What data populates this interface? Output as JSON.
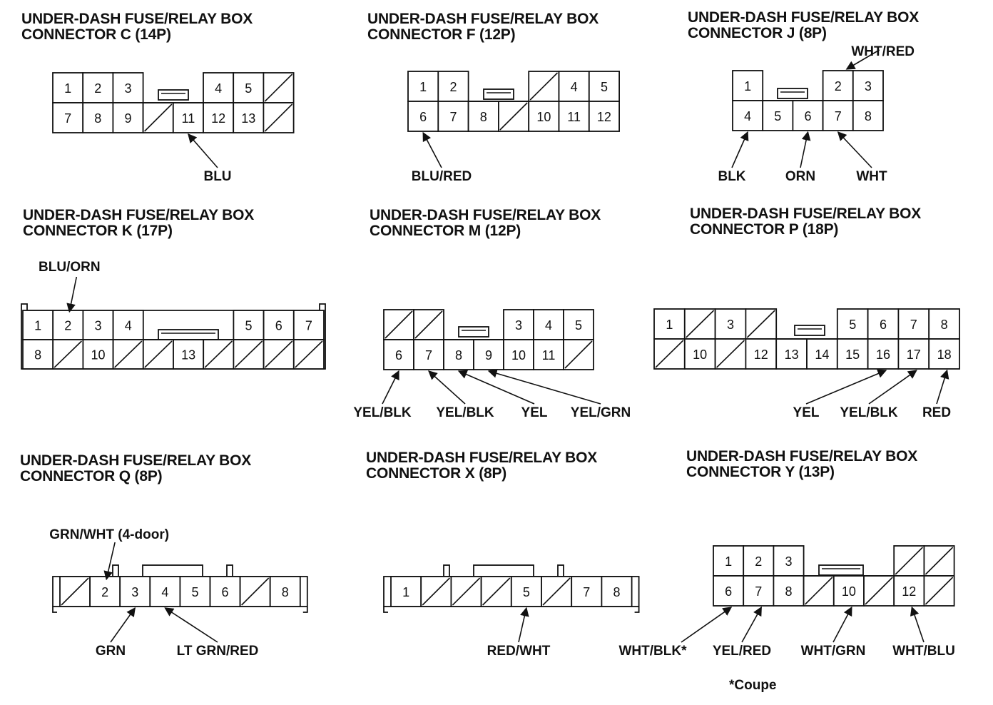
{
  "connectors": [
    {
      "id": "C",
      "title_line1": "UNDER-DASH FUSE/RELAY BOX",
      "title_line2": "CONNECTOR C (14P)",
      "rows": [
        [
          "1",
          "2",
          "3",
          "",
          "",
          "4",
          "5",
          "/"
        ],
        [
          "7",
          "8",
          "9",
          "/",
          "11",
          "12",
          "13",
          "/"
        ]
      ],
      "wires": [
        {
          "cavity": "11",
          "label": "BLU"
        }
      ]
    },
    {
      "id": "F",
      "title_line1": "UNDER-DASH FUSE/RELAY BOX",
      "title_line2": "CONNECTOR F (12P)",
      "rows": [
        [
          "1",
          "2",
          "",
          "",
          "/",
          "4",
          "5"
        ],
        [
          "6",
          "7",
          "8",
          "/",
          "10",
          "11",
          "12"
        ]
      ],
      "wires": [
        {
          "cavity": "6",
          "label": "BLU/RED"
        }
      ]
    },
    {
      "id": "J",
      "title_line1": "UNDER-DASH FUSE/RELAY BOX",
      "title_line2": "CONNECTOR J (8P)",
      "rows": [
        [
          "1",
          "",
          "",
          "2",
          "3"
        ],
        [
          "4",
          "5",
          "6",
          "7",
          "8"
        ]
      ],
      "wires": [
        {
          "cavity": "2",
          "label": "WHT/RED"
        },
        {
          "cavity": "4",
          "label": "BLK"
        },
        {
          "cavity": "6",
          "label": "ORN"
        },
        {
          "cavity": "7",
          "label": "WHT"
        }
      ]
    },
    {
      "id": "K",
      "title_line1": "UNDER-DASH FUSE/RELAY BOX",
      "title_line2": "CONNECTOR K (17P)",
      "rows": [
        [
          "1",
          "2",
          "3",
          "4",
          "",
          "",
          "",
          "5",
          "6",
          "7"
        ],
        [
          "8",
          "/",
          "10",
          "/",
          "/",
          "13",
          "/",
          "/",
          "/",
          "/"
        ]
      ],
      "wires": [
        {
          "cavity": "2",
          "label": "BLU/ORN"
        }
      ]
    },
    {
      "id": "M",
      "title_line1": "UNDER-DASH FUSE/RELAY BOX",
      "title_line2": "CONNECTOR M (12P)",
      "rows": [
        [
          "/",
          "/",
          "",
          "",
          "3",
          "4",
          "5"
        ],
        [
          "6",
          "7",
          "8",
          "9",
          "10",
          "11",
          "/"
        ]
      ],
      "wires": [
        {
          "cavity": "6",
          "label": "YEL/BLK"
        },
        {
          "cavity": "7",
          "label": "YEL/BLK"
        },
        {
          "cavity": "8",
          "label": "YEL"
        },
        {
          "cavity": "9",
          "label": "YEL/GRN"
        }
      ]
    },
    {
      "id": "P",
      "title_line1": "UNDER-DASH FUSE/RELAY BOX",
      "title_line2": "CONNECTOR P (18P)",
      "rows": [
        [
          "1",
          "/",
          "3",
          "/",
          "",
          "",
          "5",
          "6",
          "7",
          "8"
        ],
        [
          "/",
          "10",
          "/",
          "12",
          "13",
          "14",
          "15",
          "16",
          "17",
          "18"
        ]
      ],
      "wires": [
        {
          "cavity": "16",
          "label": "YEL"
        },
        {
          "cavity": "17",
          "label": "YEL/BLK"
        },
        {
          "cavity": "18",
          "label": "RED"
        }
      ]
    },
    {
      "id": "Q",
      "title_line1": "UNDER-DASH FUSE/RELAY BOX",
      "title_line2": "CONNECTOR Q (8P)",
      "rows": [
        [
          "/",
          "2",
          "3",
          "4",
          "5",
          "6",
          "/",
          "8"
        ]
      ],
      "wires": [
        {
          "cavity": "2",
          "label": "GRN/WHT (4-door)"
        },
        {
          "cavity": "3",
          "label": "GRN"
        },
        {
          "cavity": "4",
          "label": "LT GRN/RED"
        }
      ]
    },
    {
      "id": "X",
      "title_line1": "UNDER-DASH FUSE/RELAY BOX",
      "title_line2": "CONNECTOR X (8P)",
      "rows": [
        [
          "1",
          "/",
          "/",
          "/",
          "5",
          "/",
          "7",
          "8"
        ]
      ],
      "wires": [
        {
          "cavity": "5",
          "label": "RED/WHT"
        }
      ]
    },
    {
      "id": "Y",
      "title_line1": "UNDER-DASH FUSE/RELAY BOX",
      "title_line2": "CONNECTOR Y (13P)",
      "rows": [
        [
          "1",
          "2",
          "3",
          "",
          "",
          "",
          "/",
          "/"
        ],
        [
          "6",
          "7",
          "8",
          "/",
          "10",
          "/",
          "12",
          "/"
        ]
      ],
      "wires": [
        {
          "cavity": "6",
          "label": "WHT/BLK*"
        },
        {
          "cavity": "7",
          "label": "YEL/RED"
        },
        {
          "cavity": "10",
          "label": "WHT/GRN"
        },
        {
          "cavity": "12",
          "label": "WHT/BLU"
        }
      ]
    }
  ],
  "footnote": "*Coupe"
}
